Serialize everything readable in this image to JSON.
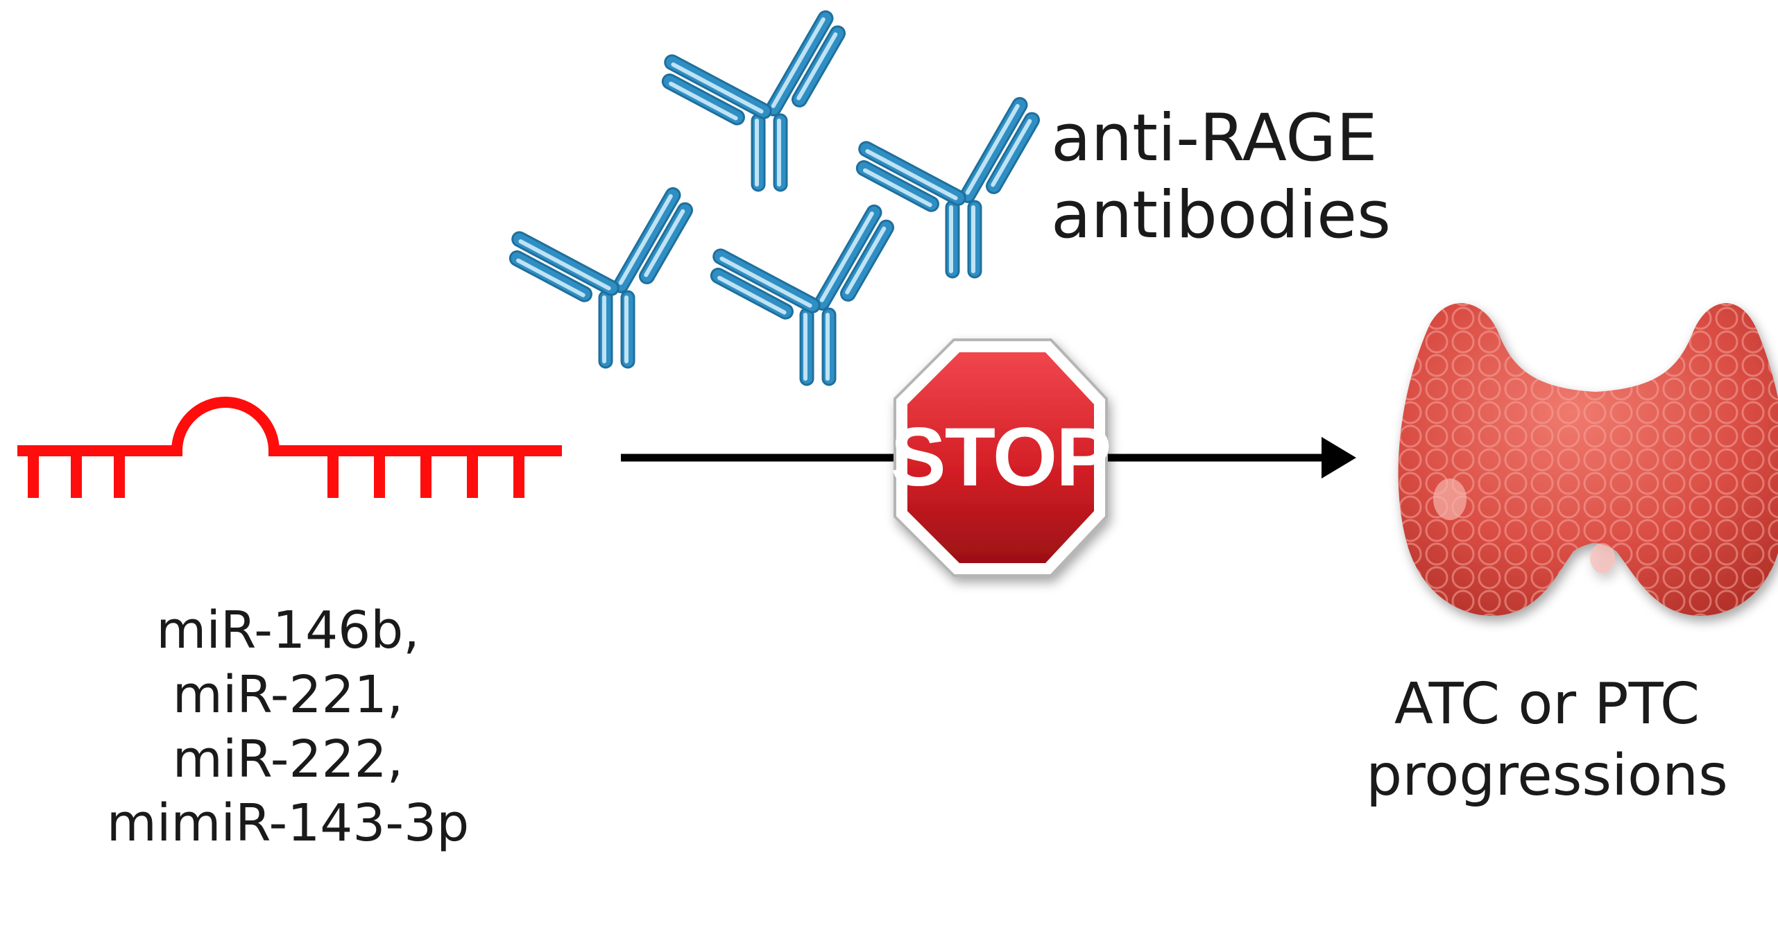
{
  "mirna": {
    "labels": [
      "miR-146b,",
      "miR-221,",
      "miR-222,",
      "mimiR-143-3p"
    ],
    "color": "#ff0d0d"
  },
  "antibody": {
    "label_line1": "anti-RAGE",
    "label_line2": "antibodies",
    "color": "#2f8fc4"
  },
  "stop_sign": {
    "text": "STOP",
    "color": "#d41f26"
  },
  "outcome": {
    "label_line1": "ATC or PTC",
    "label_line2": "progressions",
    "color": "#e0544a"
  },
  "arrow_color": "#000000"
}
